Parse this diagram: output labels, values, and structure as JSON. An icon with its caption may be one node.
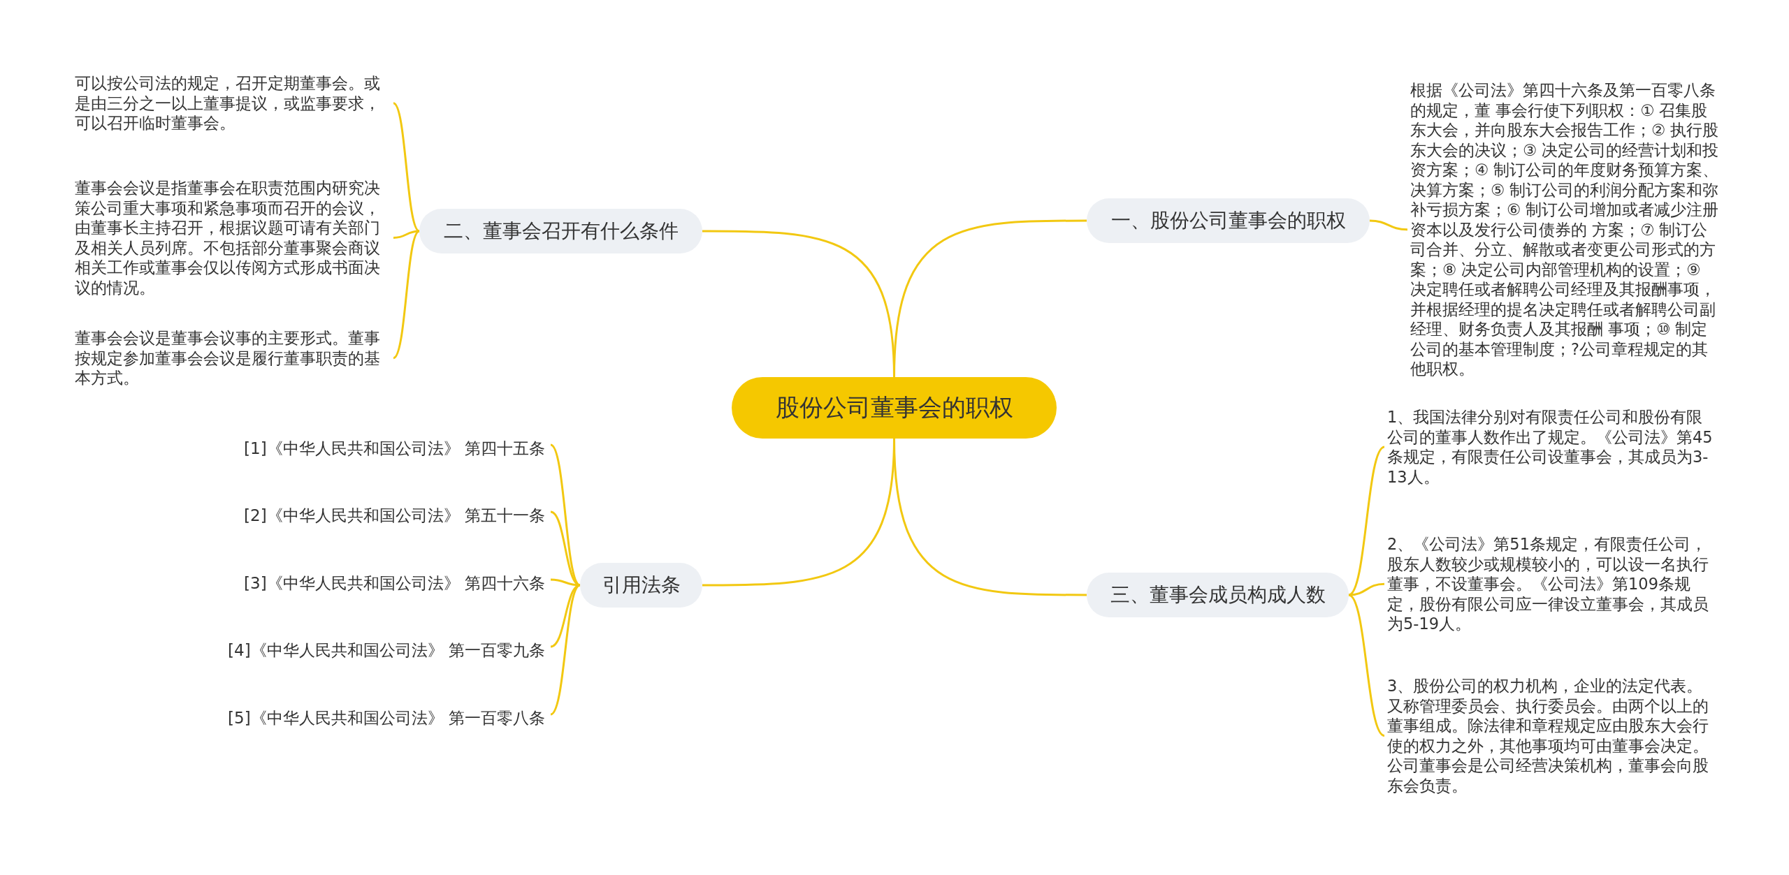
{
  "diagram": {
    "nodes": [
      {
        "text": [
          "股份公司董事会的职权"
        ]
      },
      {
        "text": [
          "一、股份公司董事会的职权"
        ]
      },
      {
        "text": [
          "根据《公司法》第四十六条及第一百零八条的规定，董 事会行使下列职权：① 召集股东大会，并向股东大会报告工作；② 执行股东大会的决议；③ 决定公司的经营计划和投资方案；④ 制订公司的年度财务预算方案、决算方案；⑤ 制订公司的利润分配方案和弥补亏损方案；⑥ 制订公司增加或者减少注册资本以及发行公司债券的 方案；⑦ 制订公司合并、分立、解散或者变更公司形式的方案；⑧ 决定公司内部管理机构的设置；⑨ 决定聘任或者解聘公司经理及其报酬事项，并根据经理的提名决定聘任或者解聘公司副经理、财务负责人及其报酬 事项；⑩ 制定公司的基本管理制度；?公司章程规定的其他职权。"
        ]
      },
      {
        "text": [
          "二、董事会召开有什么条件"
        ]
      },
      {
        "text": [
          "可以按公司法的规定，召开定期董事会。或是由三分之一以上董事提议，或监事要求，可以召开临时董事会。"
        ]
      },
      {
        "text": [
          "董事会会议是指董事会在职责范围内研究决策公司重大事项和紧急事项而召开的会议，由董事长主持召开，根据议题可请有关部门及相关人员列席。不包括部分董事聚会商议相关工作或董事会仅以传阅方式形成书面决议的情况。"
        ]
      },
      {
        "text": [
          "董事会会议是董事会议事的主要形式。董事按规定参加董事会会议是履行董事职责的基本方式。"
        ]
      },
      {
        "text": [
          "三、董事会成员构成人数"
        ]
      },
      {
        "text": [
          "1、我国法律分别对有限责任公司和股份有限公司的董事人数作出了规定。《公司法》第45条规定，有限责任公司设董事会，其成员为3-13人。"
        ]
      },
      {
        "text": [
          "2、《公司法》第51条规定，有限责任公司，股东人数较少或规模较小的，可以设一名执行董事，不设董事会。《公司法》第109条规定，股份有限公司应一律设立董事会，其成员为5-19人。"
        ]
      },
      {
        "text": [
          "3、股份公司的权力机构，企业的法定代表。又称管理委员会、执行委员会。由两个以上的董事组成。除法律和章程规定应由股东大会行使的权力之外，其他事项均可由董事会决定。公司董事会是公司经营决策机构，董事会向股东会负责。"
        ]
      },
      {
        "text": [
          "引用法条"
        ]
      },
      {
        "text": [
          "[1]《中华人民共和国公司法》 第四十五条"
        ]
      },
      {
        "text": [
          "[2]《中华人民共和国公司法》 第五十一条"
        ]
      },
      {
        "text": [
          "[3]《中华人民共和国公司法》 第四十六条"
        ]
      },
      {
        "text": [
          "[4]《中华人民共和国公司法》 第一百零九条"
        ]
      },
      {
        "text": [
          "[5]《中华人民共和国公司法》 第一百零八条"
        ]
      }
    ],
    "edges": [
      {
        "from": 0,
        "to": 1,
        "arrow": "none"
      },
      {
        "from": 1,
        "to": 2,
        "arrow": "none"
      },
      {
        "from": 0,
        "to": 3,
        "arrow": "none"
      },
      {
        "from": 3,
        "to": 4,
        "arrow": "none"
      },
      {
        "from": 3,
        "to": 5,
        "arrow": "none"
      },
      {
        "from": 3,
        "to": 6,
        "arrow": "none"
      },
      {
        "from": 0,
        "to": 7,
        "arrow": "none"
      },
      {
        "from": 7,
        "to": 8,
        "arrow": "none"
      },
      {
        "from": 7,
        "to": 9,
        "arrow": "none"
      },
      {
        "from": 7,
        "to": 10,
        "arrow": "none"
      },
      {
        "from": 0,
        "to": 11,
        "arrow": "none"
      },
      {
        "from": 11,
        "to": 12,
        "arrow": "none"
      },
      {
        "from": 11,
        "to": 13,
        "arrow": "none"
      },
      {
        "from": 11,
        "to": 14,
        "arrow": "none"
      },
      {
        "from": 11,
        "to": 15,
        "arrow": "none"
      },
      {
        "from": 11,
        "to": 16,
        "arrow": "none"
      }
    ]
  }
}
